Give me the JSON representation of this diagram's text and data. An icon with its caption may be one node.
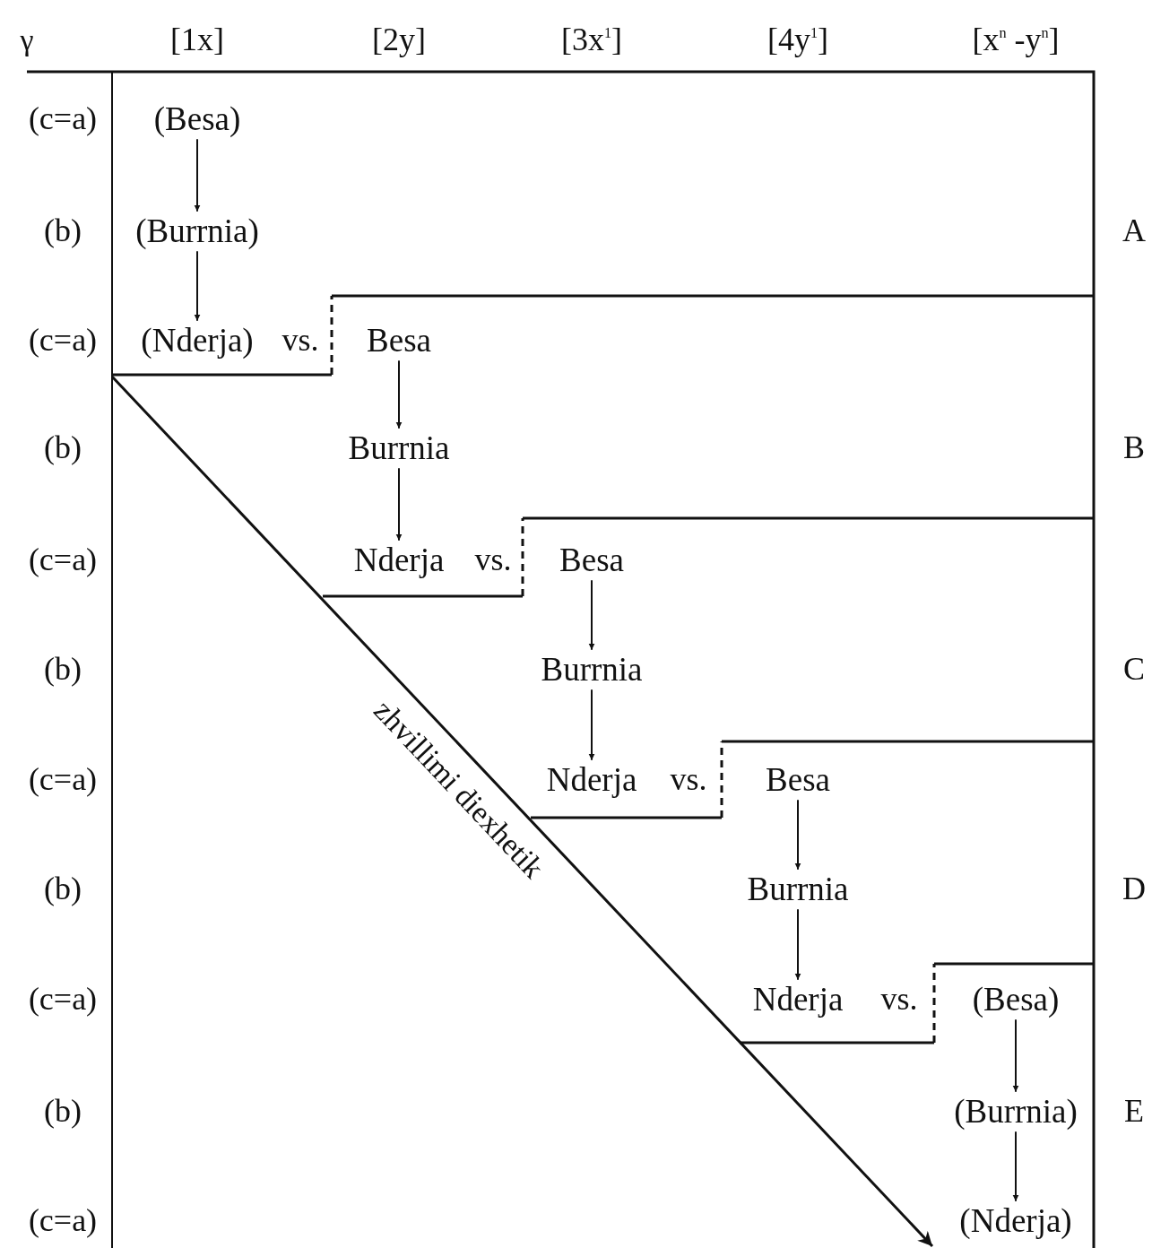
{
  "diagram": {
    "nodes": [
      {
        "text": [
          "(Besa)"
        ]
      },
      {
        "text": [
          "(Burrnia)"
        ]
      },
      {
        "text": [
          "(Nderja)"
        ]
      },
      {
        "text": [
          "Besa"
        ]
      },
      {
        "text": [
          "Burrnia"
        ]
      },
      {
        "text": [
          "Nderja"
        ]
      },
      {
        "text": [
          "Besa"
        ]
      },
      {
        "text": [
          "Burrnia"
        ]
      },
      {
        "text": [
          "Nderja"
        ]
      },
      {
        "text": [
          "Besa"
        ]
      },
      {
        "text": [
          "Burrnia"
        ]
      },
      {
        "text": [
          "Nderja"
        ]
      },
      {
        "text": [
          "(Besa)"
        ]
      },
      {
        "text": [
          "(Burrnia)"
        ]
      },
      {
        "text": [
          "(Nderja)"
        ]
      }
    ],
    "edges": [
      {
        "from": 0,
        "to": 1,
        "arrow": "to"
      },
      {
        "from": 1,
        "to": 2,
        "arrow": "to"
      },
      {
        "from": 3,
        "to": 4,
        "arrow": "to"
      },
      {
        "from": 4,
        "to": 5,
        "arrow": "to"
      },
      {
        "from": 6,
        "to": 7,
        "arrow": "to"
      },
      {
        "from": 7,
        "to": 8,
        "arrow": "to"
      },
      {
        "from": 9,
        "to": 10,
        "arrow": "to"
      },
      {
        "from": 10,
        "to": 11,
        "arrow": "to"
      },
      {
        "from": 12,
        "to": 13,
        "arrow": "to"
      },
      {
        "from": 13,
        "to": 14,
        "arrow": "to"
      }
    ],
    "labels": [
      "γ",
      "[1x]",
      "[2y]",
      "[3x$^{1}$]",
      "[4y$^{1}$]",
      "[x$^{n}$ -y$^{n}$]",
      "(c=a)",
      "(b)",
      "(c=a)",
      "(b)",
      "(c=a)",
      "(b)",
      "(c=a)",
      "(b)",
      "(c=a)",
      "(b)",
      "(c=a)",
      "vs.",
      "vs.",
      "vs.",
      "vs.",
      "A",
      "B",
      "C",
      "D",
      "E",
      "zhvillimi diexhetik"
    ]
  }
}
